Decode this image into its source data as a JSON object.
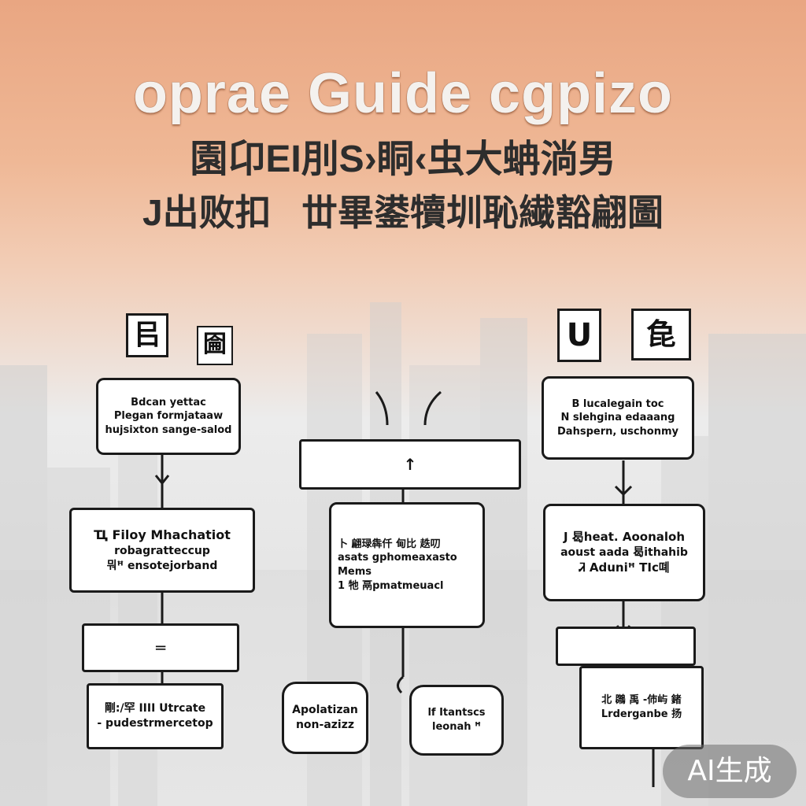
{
  "header": {
    "title_line1": "oprae Guide cgpizo",
    "title_line2": "園卬EI刖S›眮‹虫大蚺淌男",
    "title_line3": "Ј出败扣   丗畢鍙犢圳恥繊豁翩圖"
  },
  "diagram": {
    "col1": {
      "icons": [
        "㠯",
        "圇"
      ],
      "box1": [
        "Bdcan yettac",
        "Plegan formjataaw",
        "hujsixton sange-salod"
      ],
      "box2": [
        "Ҵ Filoy Mhachatiot",
        "robagratteccup",
        "뭐ꟸ ensotejorband"
      ],
      "box3": [
        "剛:/罕 IIII Utrcate",
        "- pudestrmercetop"
      ]
    },
    "col2": {
      "box1": [
        "卜  翩琭犇仟  甸比 趃叨",
        "asats  gphomeaxasto",
        "Mems",
        "1  牠  鬲pmatmeuacl"
      ],
      "box2": [
        "Apolatizan",
        "non-azizz"
      ],
      "box3": [
        "lf  Itantscs",
        "leonah  ꟸ"
      ]
    },
    "col3": {
      "icons": [
        "U",
        "㲋"
      ],
      "box1": [
        "B  lucalegain toc",
        "N  slehgina edaaang",
        "Dahspern,  uschonmy"
      ],
      "box2": [
        "J​  曷heat.  Aoonaloh",
        "aoust aada  曷ithahib",
        "Ꮨ  Aduniꟸ  TIc뗴"
      ],
      "box3": [
        "北  鸊 禹  -伂屿  鍺",
        "Lrderganbe 扬"
      ]
    }
  },
  "watermark": "AI生成"
}
